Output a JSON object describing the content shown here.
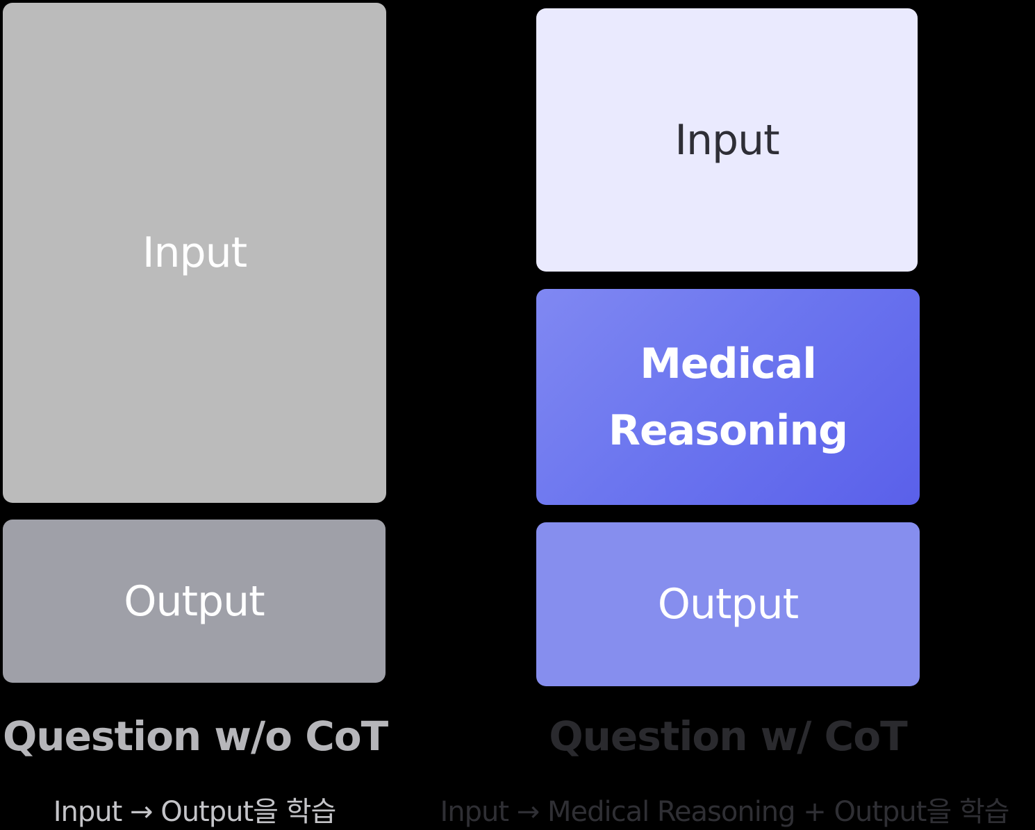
{
  "left_panel": {
    "input_label": "Input",
    "output_label": "Output",
    "title": "Question w/o CoT",
    "subtitle": "Input → Output을 학습"
  },
  "right_panel": {
    "input_label": "Input",
    "reasoning_line1": "Medical",
    "reasoning_line2": "Reasoning",
    "output_label": "Output",
    "title": "Question w/ CoT",
    "subtitle": "Input → Medical Reasoning + Output을 학습"
  },
  "colors": {
    "background": "#000000",
    "left_input": "#bbbbbb",
    "left_output": "#9fa0a8",
    "right_input": "#eaeafe",
    "right_reasoning": "#6c76ef",
    "right_output": "#868eee"
  }
}
